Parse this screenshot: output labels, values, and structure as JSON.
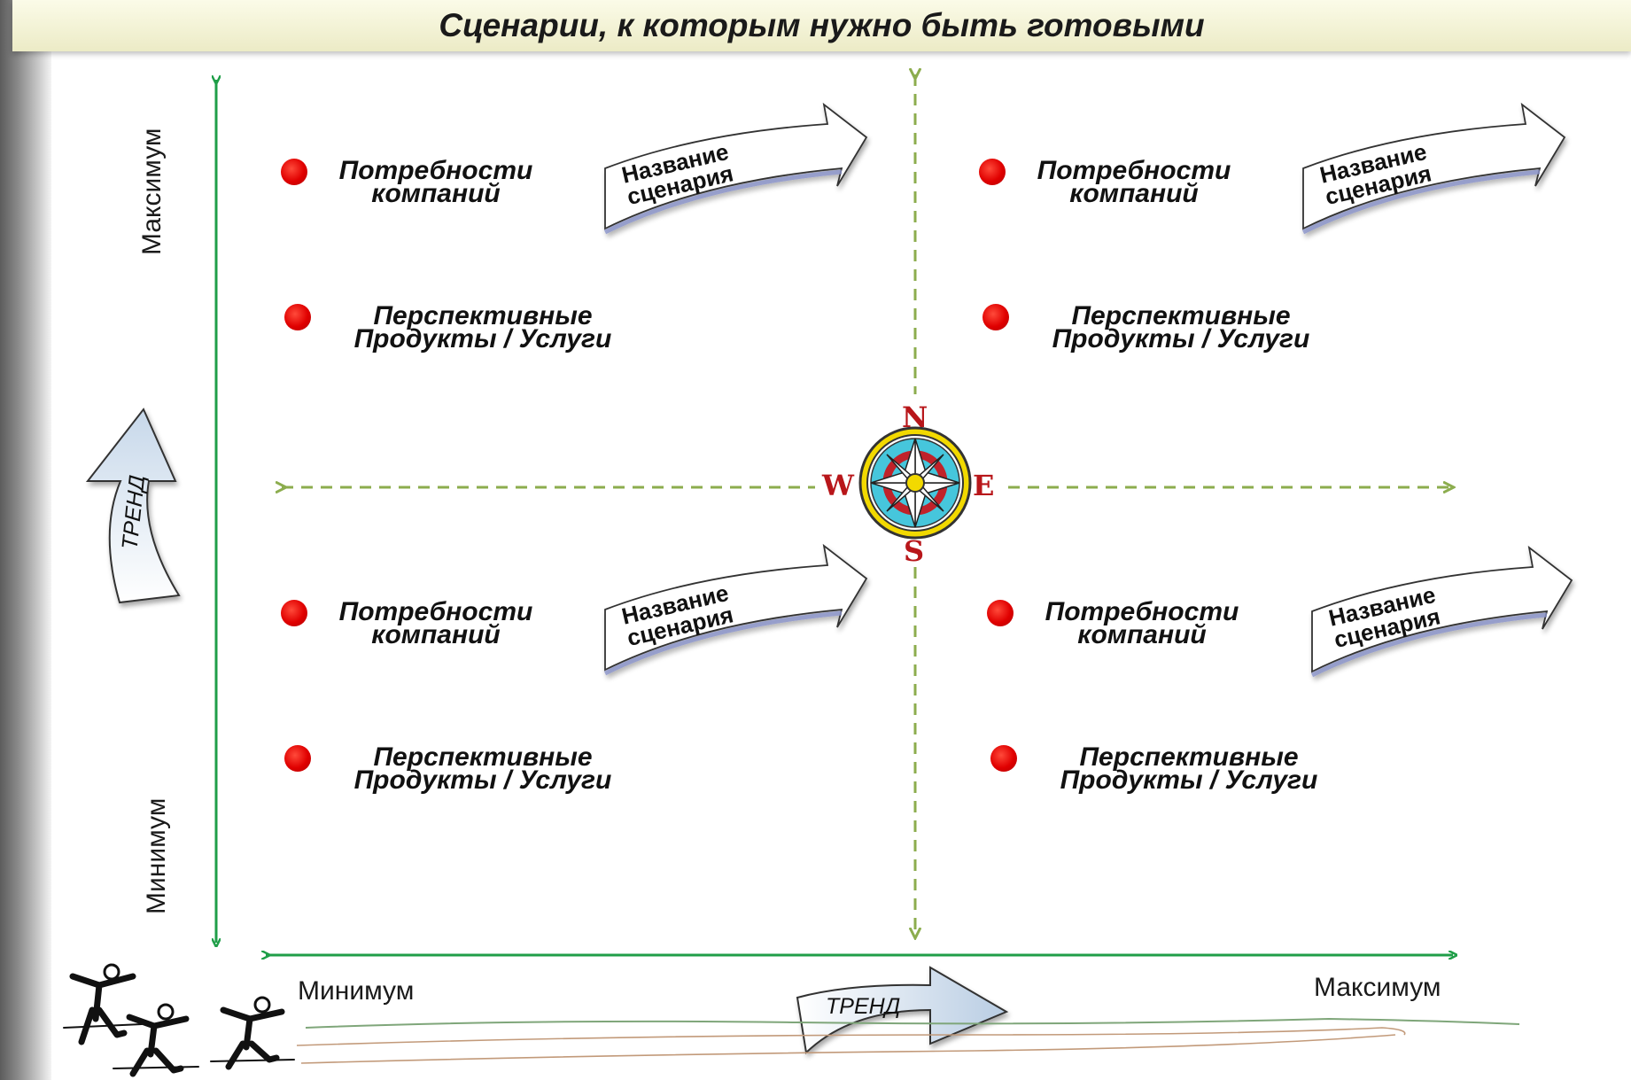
{
  "title": "Сценарии, к которым нужно быть готовыми",
  "quadrants": [
    {
      "needs": [
        "Потребности",
        "компаний"
      ],
      "products": [
        "Перспективные",
        "Продукты / Услуги"
      ],
      "scenario": [
        "Название",
        "сценария"
      ]
    },
    {
      "needs": [
        "Потребности",
        "компаний"
      ],
      "products": [
        "Перспективные",
        "Продукты / Услуги"
      ],
      "scenario": [
        "Название",
        "сценария"
      ]
    },
    {
      "needs": [
        "Потребности",
        "компаний"
      ],
      "products": [
        "Перспективные",
        "Продукты / Услуги"
      ],
      "scenario": [
        "Название",
        "сценария"
      ]
    },
    {
      "needs": [
        "Потребности",
        "компаний"
      ],
      "products": [
        "Перспективные",
        "Продукты / Услуги"
      ],
      "scenario": [
        "Название",
        "сценария"
      ]
    }
  ],
  "vertical_axis": {
    "max_label": "Максимум",
    "min_label": "Минимум",
    "trend_label": "ТРЕНД"
  },
  "horizontal_axis": {
    "min_label": "Минимум",
    "max_label": "Максимум",
    "trend_label": "ТРЕНД"
  },
  "compass": {
    "north": "N",
    "south": "S",
    "east": "E",
    "west": "W"
  },
  "colors": {
    "axis_green": "#1f9e48",
    "divider_green": "#8cad4e",
    "bullet_red": "#e00000",
    "compass_red": "#b8161a",
    "compass_blue": "#46c6dc",
    "compass_yellow": "#f2d900",
    "title_bg": "#ecebc6"
  },
  "icons": [
    "bullet-dot-icon",
    "scenario-arrow-icon",
    "compass-rose-icon",
    "trend-arrow-icon",
    "walking-figure-icon"
  ]
}
